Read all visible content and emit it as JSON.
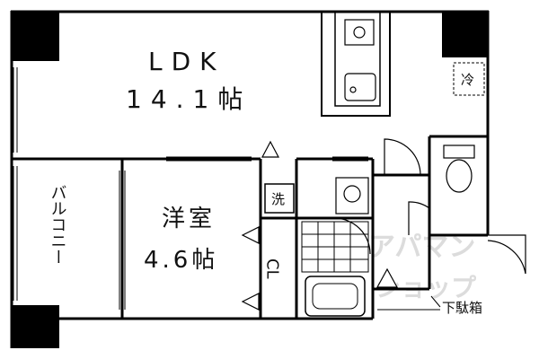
{
  "rooms": {
    "ldk": {
      "name": "LDK",
      "area": "14.1帖"
    },
    "western": {
      "name": "洋室",
      "area": "4.6帖"
    },
    "balcony": {
      "name": "バルコニー"
    },
    "closet": {
      "name": "CL"
    }
  },
  "fixtures": {
    "refrigerator": "冷",
    "washer": "洗",
    "shoe_box": "下駄箱"
  },
  "watermark": {
    "top": "アパマン",
    "bottom": "ショップ"
  }
}
